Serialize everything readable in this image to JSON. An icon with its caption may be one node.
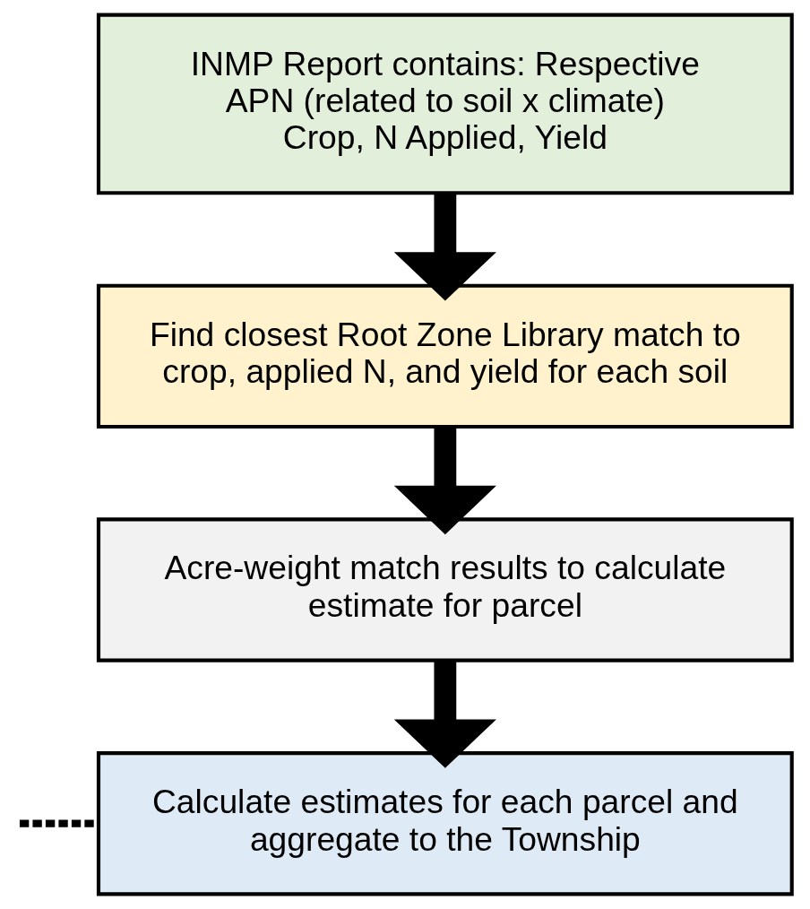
{
  "diagram": {
    "nodes": [
      {
        "text": [
          "INMP Report contains: Respective APN (related to soil x climate) Crop, N Applied, Yield"
        ]
      },
      {
        "text": [
          "Find closest Root Zone Library match to crop, applied N, and yield for each soil"
        ]
      },
      {
        "text": [
          "Acre-weight match results to calculate estimate for parcel"
        ]
      },
      {
        "text": [
          "Calculate estimates for each parcel and aggregate to the Township"
        ]
      }
    ],
    "edges": [
      {
        "from": 0,
        "to": 1,
        "arrow": "to"
      },
      {
        "from": 1,
        "to": 2,
        "arrow": "to"
      },
      {
        "from": 2,
        "to": 3,
        "arrow": "to"
      },
      {
        "from": null,
        "to": 3,
        "arrow": "none",
        "style": "dashed"
      }
    ]
  }
}
